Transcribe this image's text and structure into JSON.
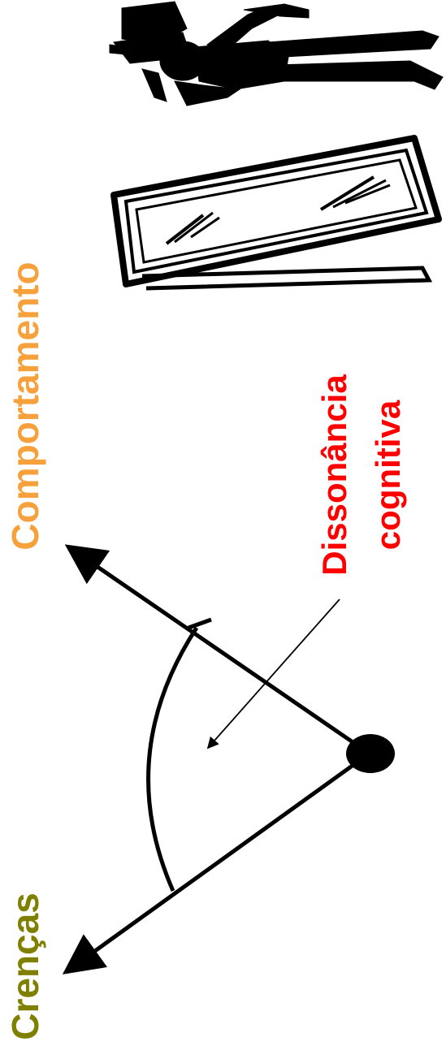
{
  "labels": {
    "comportamento": "Comportamento",
    "crencas": "Crenças",
    "dissonancia": "Dissonância",
    "cognitiva": "cognitiva"
  },
  "colors": {
    "comportamento": "#f7a13c",
    "crencas": "#808000",
    "dissonancia": "#ff0000",
    "lines": "#000000"
  },
  "icons": {
    "mirror": "mirror-icon",
    "person": "person-reflection-icon"
  }
}
